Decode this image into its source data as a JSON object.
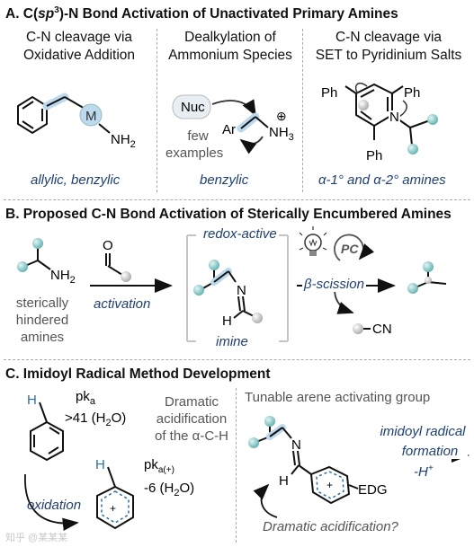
{
  "sectionA": {
    "title_prefix": "A. C(",
    "title_sp3": "sp",
    "title_sup": "3",
    "title_suffix": ")-N Bond Activation of Unactivated Primary Amines",
    "col1": {
      "line1": "C-N cleavage via",
      "line2": "Oxidative Addition",
      "metal": "M",
      "amine": "NH",
      "amine_sub": "2",
      "caption": "allylic, benzylic"
    },
    "col2": {
      "line1": "Dealkylation of",
      "line2": "Ammonium Species",
      "nuc": "Nuc",
      "ar": "Ar",
      "nh3": "NH",
      "nh3_sub": "3",
      "plus": "⊕",
      "few": "few",
      "examples": "examples",
      "caption": "benzylic"
    },
    "col3": {
      "line1": "C-N cleavage via",
      "line2": "SET to Pyridinium Salts",
      "ph1": "Ph",
      "ph2": "Ph",
      "ph3": "Ph",
      "n": "N",
      "caption": "α-1° and α-2° amines"
    }
  },
  "sectionB": {
    "title": "B. Proposed C-N Bond Activation of Sterically Encumbered Amines",
    "nh2": "NH",
    "nh2_sub": "2",
    "o": "O",
    "sterically": "sterically",
    "hindered": "hindered",
    "amines": "amines",
    "activation": "activation",
    "redox_active": "redox-active",
    "imine_n": "N",
    "imine_h": "H",
    "imine_label": "imine",
    "pc": "PC",
    "beta_scission": "β-scission",
    "cn": "CN"
  },
  "sectionC": {
    "title": "C. Imidoyl Radical Method Development",
    "h1": "H",
    "pka": "pk",
    "pka_sub": "a",
    "pka_value": ">41 (H",
    "pka_value_sub": "2",
    "pka_value_end": "O)",
    "dramatic1": "Dramatic",
    "dramatic2": "acidification",
    "dramatic3": "of the α-C-H",
    "h2": "H",
    "pka2": "pk",
    "pka2_sub": "a(+)",
    "pka2_value": "-6 (H",
    "pka2_value_sub": "2",
    "pka2_value_end": "O)",
    "oxidation": "oxidation",
    "tunable": "Tunable arene activating group",
    "n": "N",
    "h3": "H",
    "edg": "EDG",
    "imidoyl1": "imidoyl radical",
    "imidoyl2": "formation",
    "hplus": "-H",
    "hplus_sup": "+",
    "dramatic_q": "Dramatic acidification?"
  },
  "watermark": "知乎 @某某某",
  "colors": {
    "text": "#111111",
    "blue": "#1d3f73",
    "ball_teal": "#7cc4c4",
    "ball_grey": "#c8c8c8",
    "highlight": "#bcd9ee",
    "dash": "#aaaaaa"
  }
}
